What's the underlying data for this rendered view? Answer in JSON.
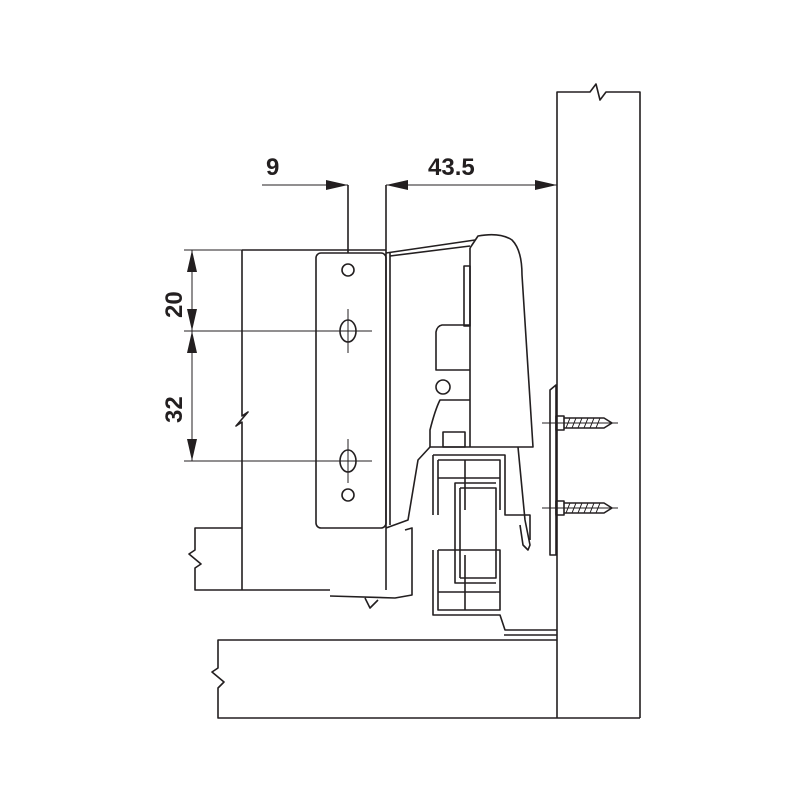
{
  "dimensions": {
    "side_offset": "9",
    "wall_clearance": "43.5",
    "top_hole_spacing": "20",
    "hole_spacing": "32"
  },
  "colors": {
    "line": "#231f20",
    "background": "#ffffff"
  }
}
